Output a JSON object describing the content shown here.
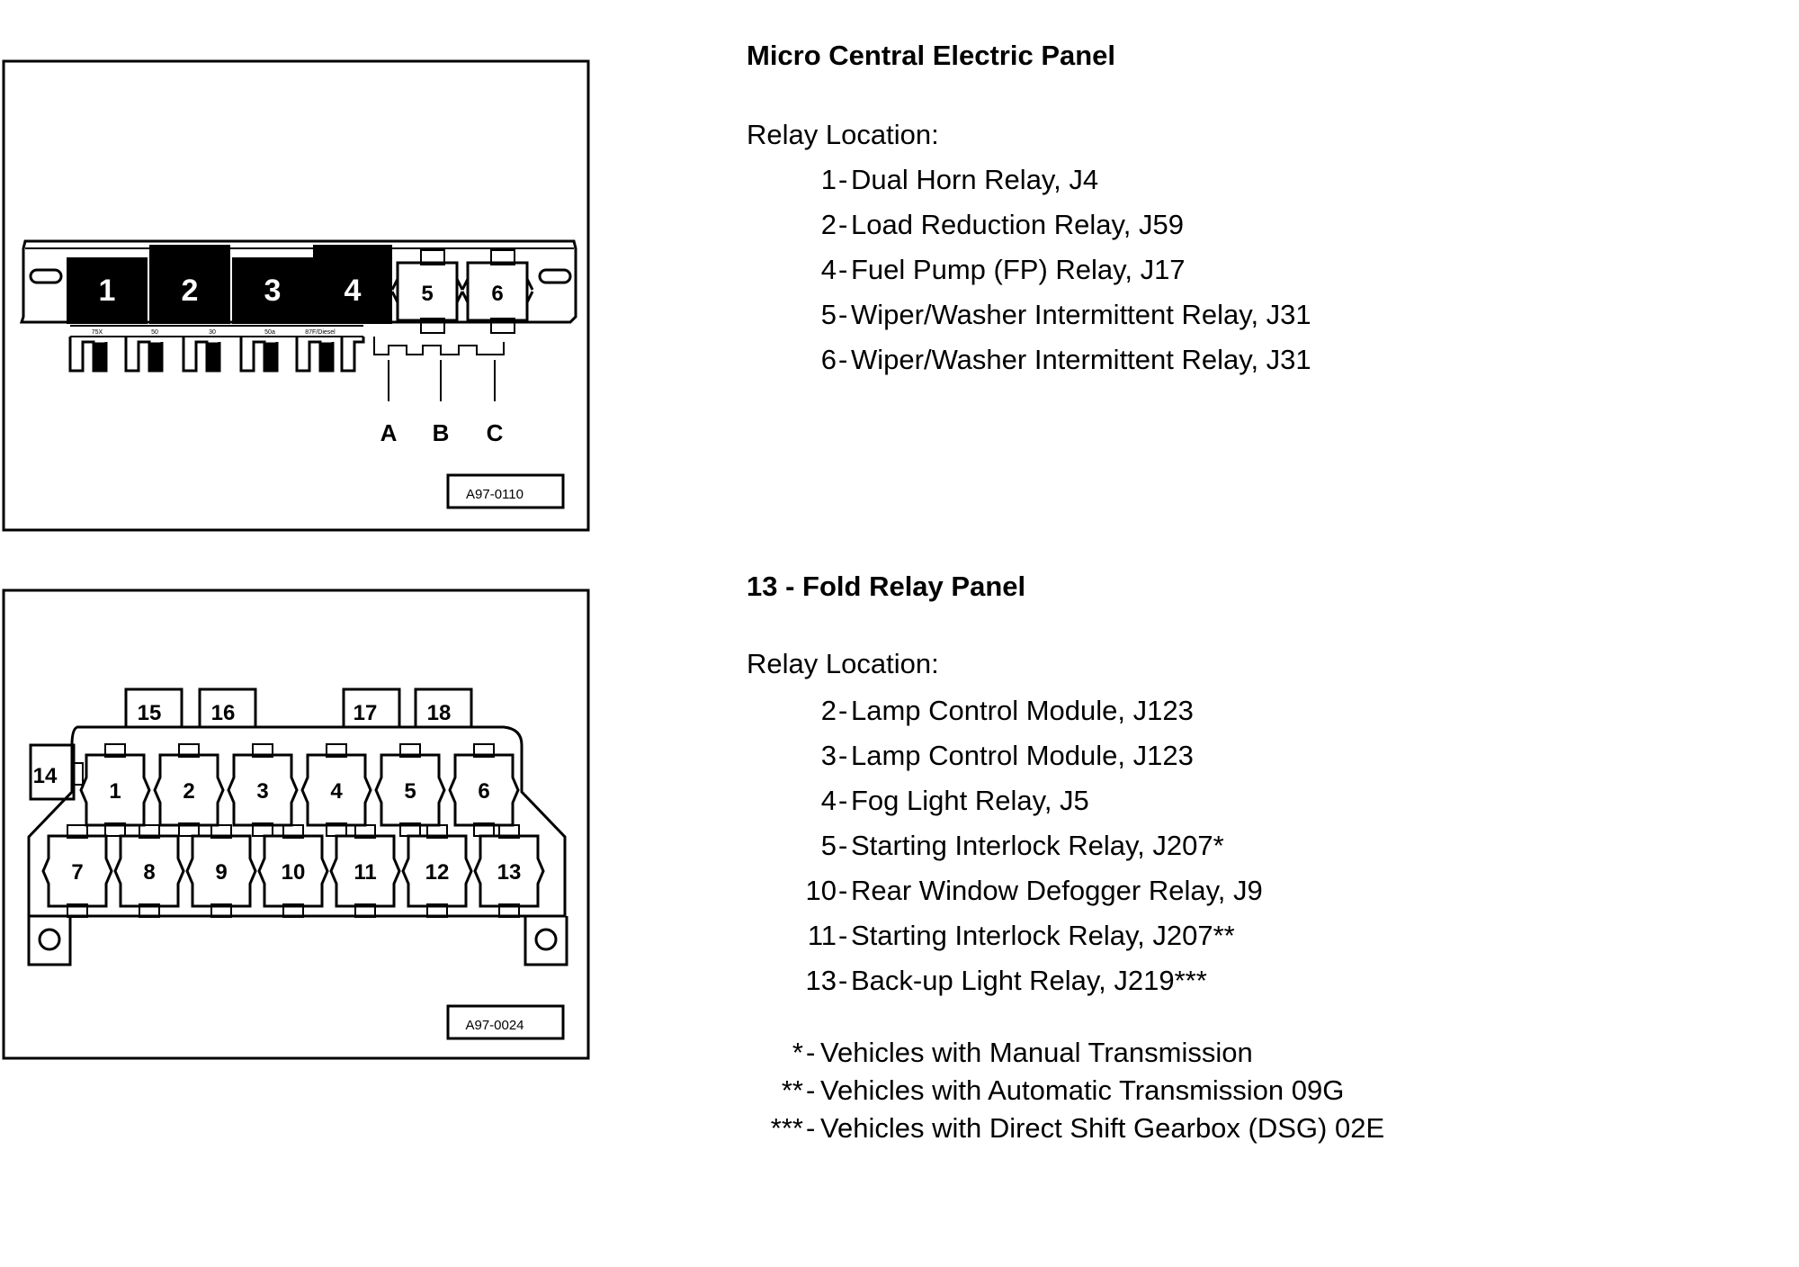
{
  "micro_panel": {
    "title": "Micro Central Electric Panel",
    "subtitle": "Relay Location:",
    "relays": [
      {
        "num": "1",
        "desc": "Dual Horn Relay, J4"
      },
      {
        "num": "2",
        "desc": "Load Reduction Relay, J59"
      },
      {
        "num": "4",
        "desc": "Fuel Pump (FP) Relay, J17"
      },
      {
        "num": "5",
        "desc": "Wiper/Washer Intermittent Relay, J31"
      },
      {
        "num": "6",
        "desc": "Wiper/Washer Intermittent Relay, J31"
      }
    ],
    "diagram": {
      "slots_large": [
        "1",
        "2",
        "3",
        "4"
      ],
      "slots_small": [
        "5",
        "6"
      ],
      "fuse_labels": [
        "75X",
        "50",
        "30",
        "50a",
        "87F/Diesel"
      ],
      "connectors": [
        "A",
        "B",
        "C"
      ],
      "code": "A97-0110"
    }
  },
  "fold_panel": {
    "title": "13 - Fold Relay Panel",
    "subtitle": "Relay Location:",
    "relays": [
      {
        "num": "2",
        "desc": "Lamp Control Module, J123"
      },
      {
        "num": "3",
        "desc": "Lamp Control Module, J123"
      },
      {
        "num": "4",
        "desc": "Fog Light Relay, J5"
      },
      {
        "num": "5",
        "desc": "Starting Interlock Relay, J207*"
      },
      {
        "num": "10",
        "desc": "Rear Window Defogger Relay, J9"
      },
      {
        "num": "11",
        "desc": "Starting Interlock Relay, J207**"
      },
      {
        "num": "13",
        "desc": "Back-up Light Relay, J219***"
      }
    ],
    "footnotes": [
      {
        "sym": "*",
        "desc": "Vehicles with Manual Transmission"
      },
      {
        "sym": "**",
        "desc": "Vehicles with Automatic Transmission 09G"
      },
      {
        "sym": "***",
        "desc": "Vehicles with Direct Shift Gearbox (DSG) 02E"
      }
    ],
    "diagram": {
      "top_row": [
        "1",
        "2",
        "3",
        "4",
        "5",
        "6"
      ],
      "bottom_row": [
        "7",
        "8",
        "9",
        "10",
        "11",
        "12",
        "13"
      ],
      "tabs": [
        "15",
        "16",
        "17",
        "18"
      ],
      "side": "14",
      "code": "A97-0024"
    }
  }
}
